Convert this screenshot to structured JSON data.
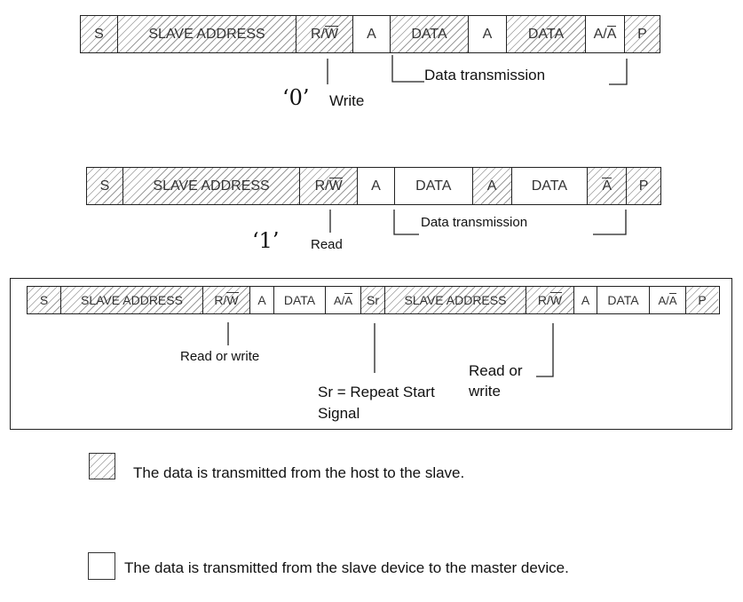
{
  "diagram1": {
    "fields": [
      "S",
      "SLAVE ADDRESS",
      "R/",
      "A",
      "DATA",
      "A",
      "DATA",
      "A/",
      "P"
    ],
    "rw_over": "W",
    "aa_over": "A",
    "zero": "‘0’",
    "write": "Write",
    "transmission": "Data transmission"
  },
  "diagram2": {
    "fields": [
      "S",
      "SLAVE ADDRESS",
      "R/",
      "A",
      "DATA",
      "A",
      "DATA",
      "",
      "P"
    ],
    "rw_over": "W",
    "abar": "A",
    "one": "‘1’",
    "read": "Read",
    "transmission": "Data transmission"
  },
  "diagram3": {
    "fields": [
      "S",
      "SLAVE ADDRESS",
      "R/",
      "A",
      "DATA",
      "A/",
      "Sr",
      "SLAVE ADDRESS",
      "R/",
      "A",
      "DATA",
      "A/",
      "P"
    ],
    "rw_over": "W",
    "aa_over": "A",
    "read_or_write_1": "Read or write",
    "sr_line1": "Sr = Repeat Start",
    "sr_line2": "Signal",
    "read_or_write_2_l1": "Read or",
    "read_or_write_2_l2": "write"
  },
  "legend": {
    "host_to_slave": "The data is transmitted from the host to the slave.",
    "slave_to_master": "The data is transmitted from the slave device to the master device."
  }
}
